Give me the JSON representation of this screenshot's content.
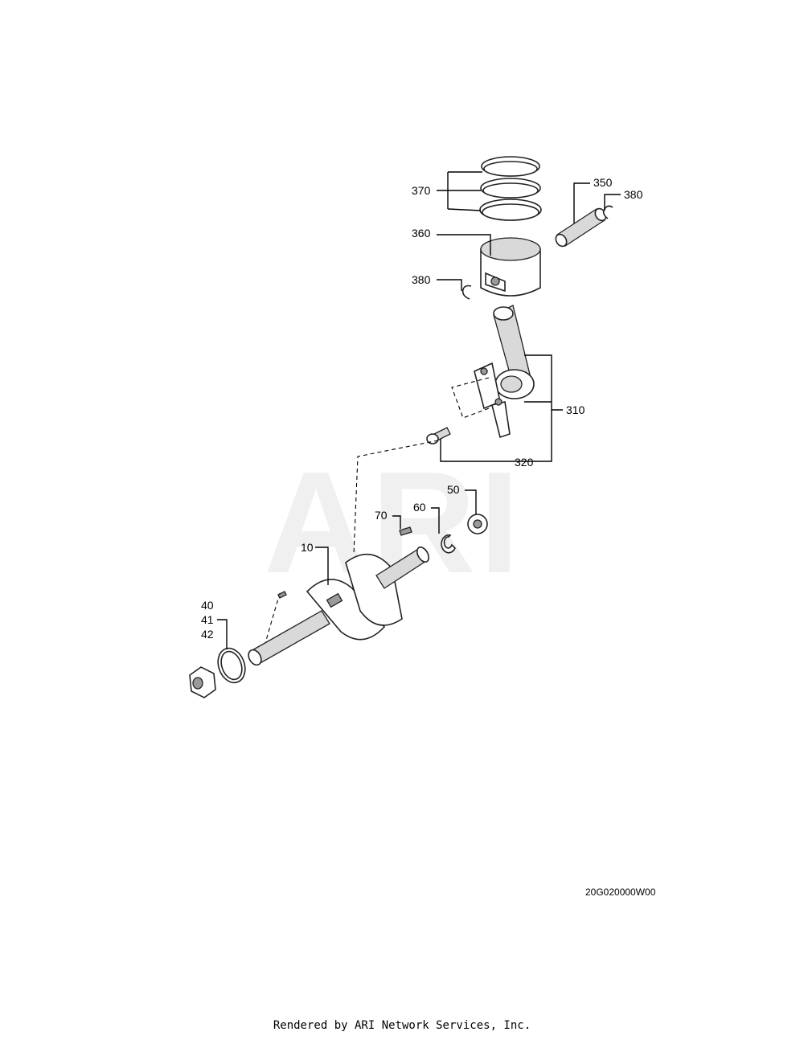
{
  "watermark": "ARI",
  "callouts": {
    "c370": "370",
    "c350": "350",
    "c380_top": "380",
    "c360": "360",
    "c380_left": "380",
    "c310": "310",
    "c320": "320",
    "c50": "50",
    "c60": "60",
    "c70": "70",
    "c10": "10",
    "c40": "40",
    "c41": "41",
    "c42": "42"
  },
  "diagram_code": "20G020000W00",
  "footer": "Rendered by ARI Network Services, Inc."
}
